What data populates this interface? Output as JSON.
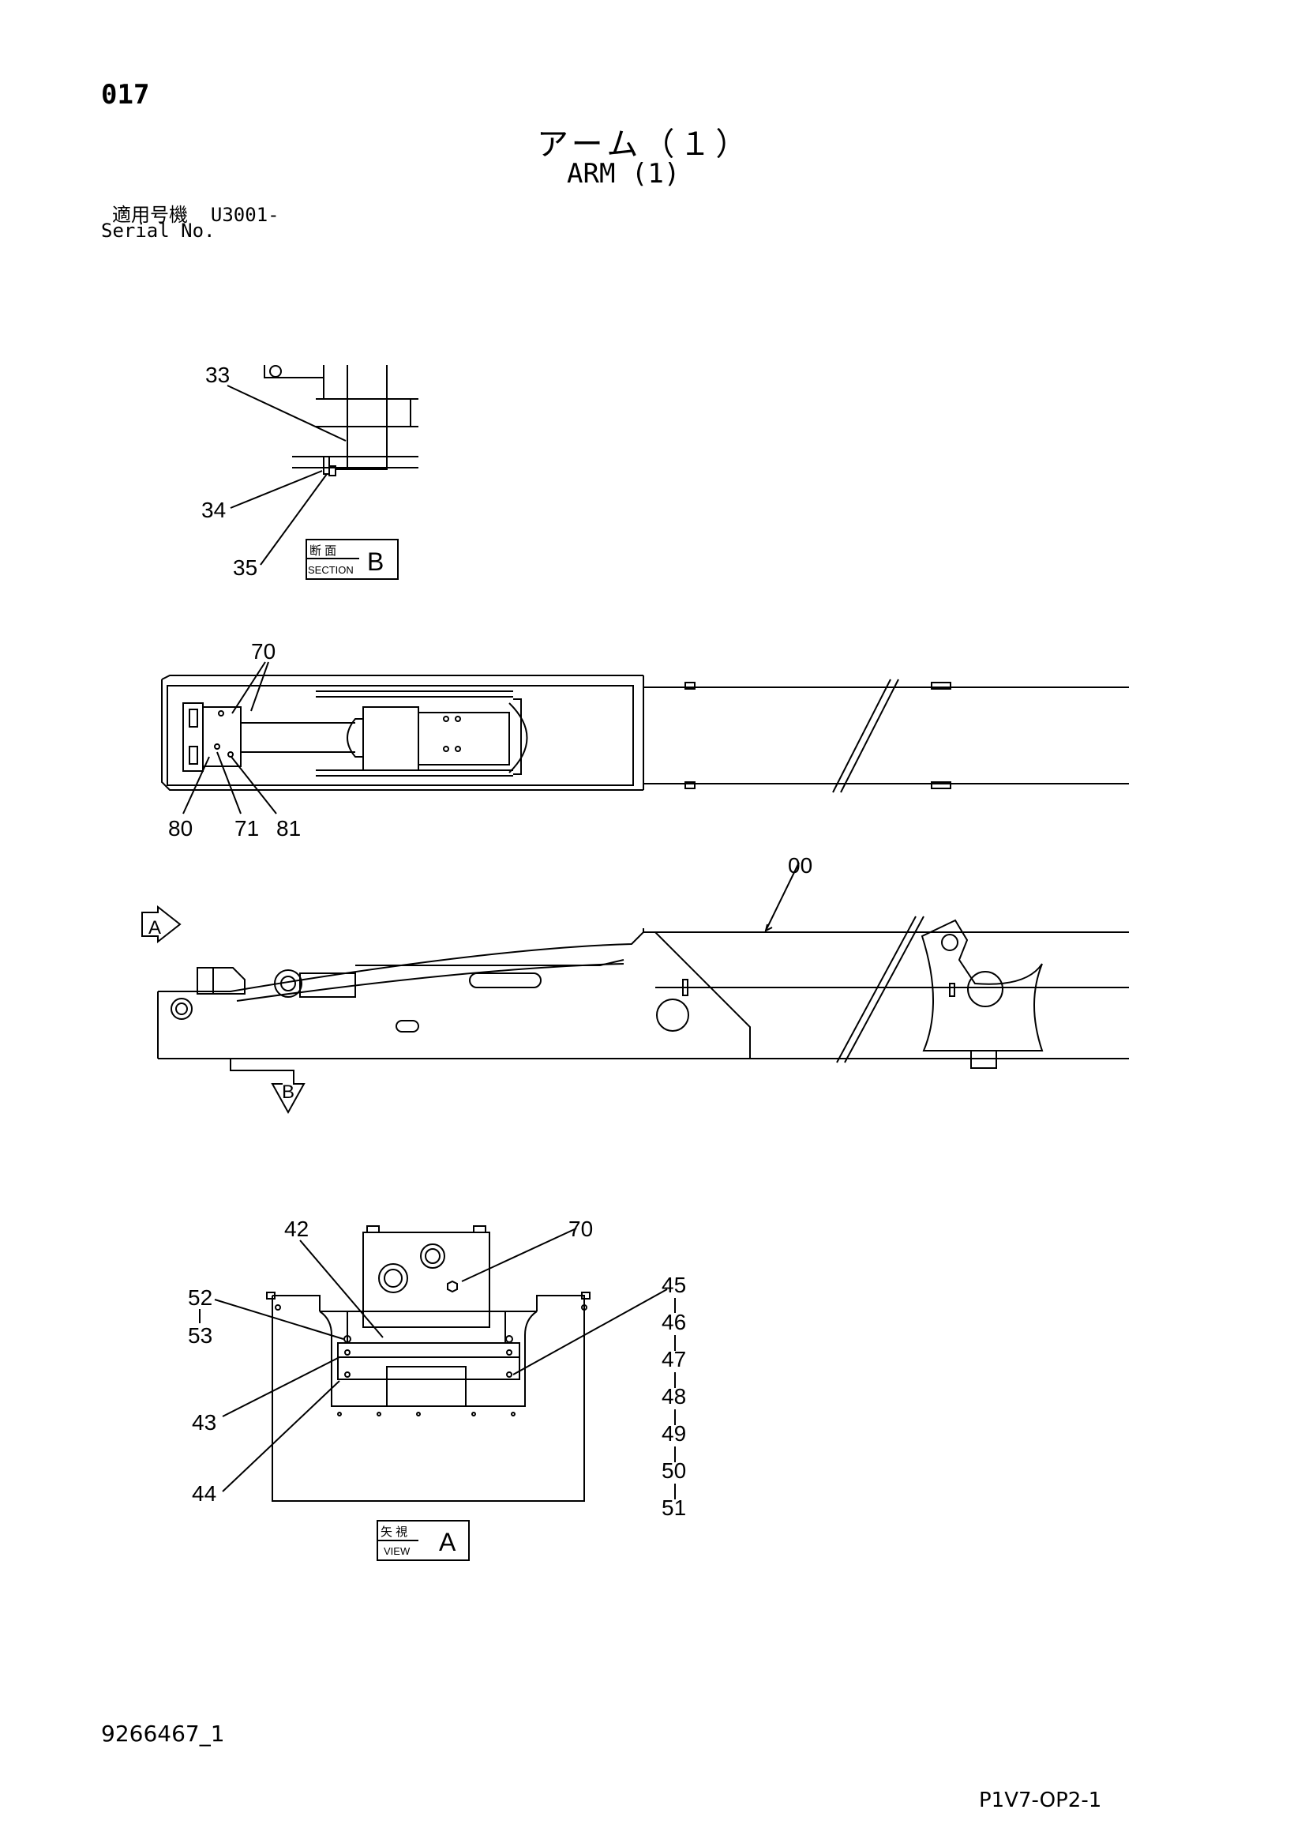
{
  "header": {
    "page_code": "017",
    "title_jp": "アーム（１）",
    "title_en": "ARM (1)",
    "serial_label_jp": "適用号機",
    "serial_value": "U3001-",
    "serial_label_en": "Serial No."
  },
  "section_b": {
    "callouts": [
      "33",
      "34",
      "35"
    ],
    "badge": {
      "jp": "断 面",
      "en": "SECTION",
      "letter": "B"
    }
  },
  "top_view": {
    "callouts": [
      "70",
      "80",
      "71",
      "81"
    ]
  },
  "side_view": {
    "callouts": [
      "00"
    ],
    "arrow_a": "A",
    "arrow_b": "B"
  },
  "view_a": {
    "callouts": [
      "42",
      "70",
      "52",
      "53",
      "43",
      "44"
    ],
    "range_labels": [
      "45",
      "46",
      "47",
      "48",
      "49",
      "50",
      "51"
    ],
    "badge": {
      "jp": "矢 視",
      "en": "VIEW",
      "letter": "A"
    }
  },
  "footer": {
    "doc_id": "9266467_1",
    "drawing_code": "P1V7-OP2-1"
  }
}
